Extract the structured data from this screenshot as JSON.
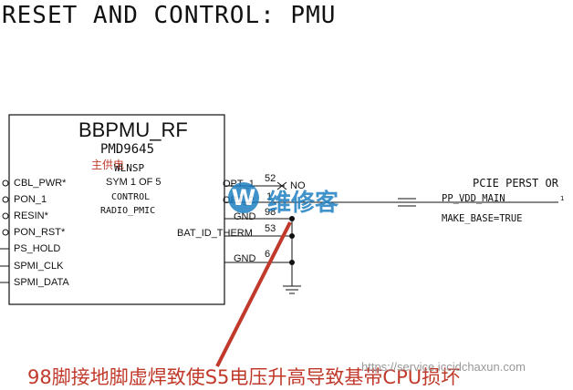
{
  "header": {
    "title": "RESET AND CONTROL: PMU"
  },
  "chip": {
    "name": "BBPMU_RF",
    "part": "PMD9645",
    "tag_red": "主供电",
    "sub_label": "WLNSP",
    "sym": "SYM 1 OF 5",
    "func1": "CONTROL",
    "func2": "RADIO_PMIC"
  },
  "left_pins": [
    "CBL_PWR*",
    "PON_1",
    "RESIN*",
    "PON_RST*",
    "PS_HOLD",
    "SPMI_CLK",
    "SPMI_DATA"
  ],
  "right_pins": {
    "opt1": "OPT_1",
    "opt2": "OPT_2",
    "gnd1": "GND",
    "bat_id": "BAT_ID_THERM",
    "gnd2": "GND"
  },
  "pin_numbers": {
    "p52": "52",
    "p1": "1",
    "p98": "98",
    "p53": "53",
    "p6": "6"
  },
  "no_label": "NO",
  "nets": {
    "pcie": "PCIE PERST OR",
    "vdd": "PP_VDD_MAIN",
    "make_base": "MAKE_BASE=TRUE",
    "end_pin": "1"
  },
  "annotation": "98脚接地脚虚焊致使S5电压升高导致基带CPU损坏",
  "watermark": {
    "brand": "维修客",
    "logo": "W",
    "url": "https://service.iccidchaxun.com"
  },
  "colors": {
    "annotation": "#c0392b",
    "brand": "#1f7fc1",
    "line": "#111111"
  }
}
